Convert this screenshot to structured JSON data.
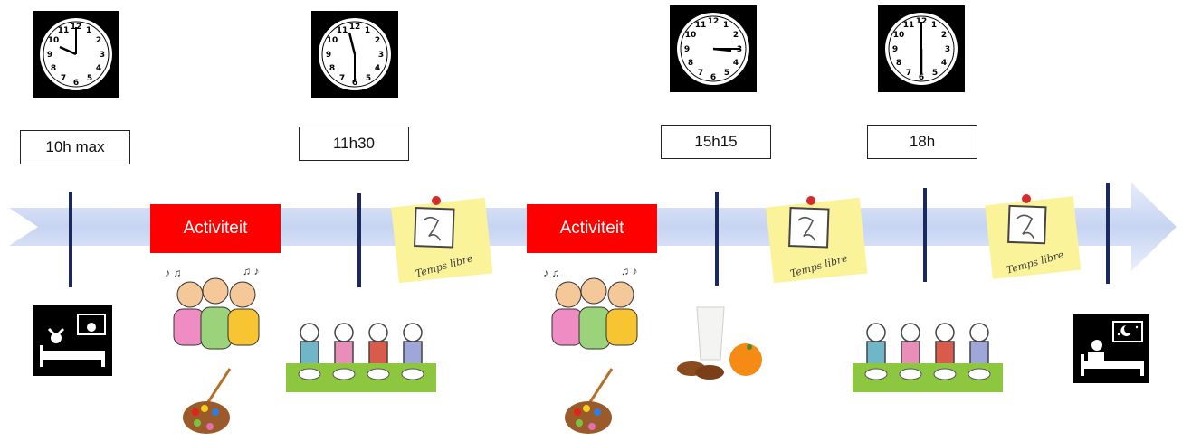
{
  "colors": {
    "arrow": "#c9d6f3",
    "activity_bg": "#ff0000",
    "tick": "#1b2a5e",
    "note": "#fbf39a",
    "table": "#8dc63f"
  },
  "times": [
    {
      "label": "10h max",
      "clock": "10:00"
    },
    {
      "label": "11h30",
      "clock": "11:30"
    },
    {
      "label": "15h15",
      "clock": "15:15"
    },
    {
      "label": "18h",
      "clock": "18:00"
    }
  ],
  "activities": [
    {
      "label": "Activiteit"
    },
    {
      "label": "Activiteit"
    }
  ],
  "notes": [
    {
      "label": "Temps libre"
    },
    {
      "label": "Temps libre"
    },
    {
      "label": "Temps libre"
    }
  ],
  "icons": [
    "wake-up-icon",
    "singing-children-icon",
    "paint-palette-icon",
    "meal-table-icon",
    "snack-icon",
    "sleep-icon",
    "clock-icon"
  ]
}
